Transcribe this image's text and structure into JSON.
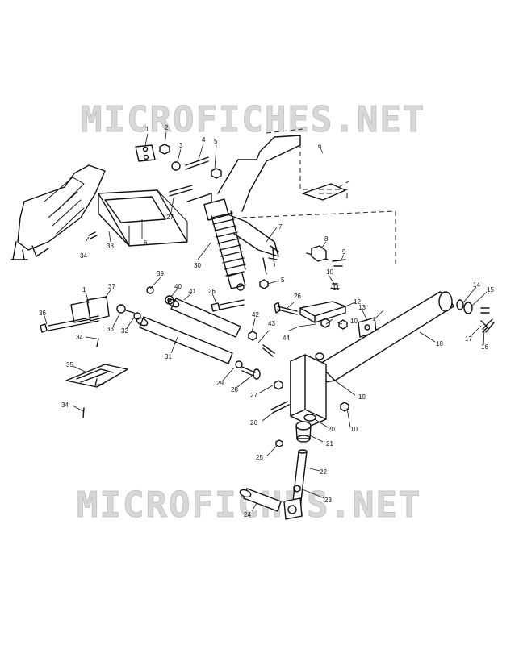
{
  "watermark": {
    "text": "MICROFICHES.NET"
  },
  "callouts": {
    "c1": "1",
    "c2": "2",
    "c3": "3",
    "c4": "4",
    "c5": "5",
    "c6": "6",
    "c7": "7",
    "c8": "8",
    "c9": "9",
    "c10": "10",
    "c11": "11",
    "c12": "12",
    "c13": "13",
    "c14": "14",
    "c15": "15",
    "c16": "16",
    "c17": "17",
    "c18": "18",
    "c19": "19",
    "c20": "20",
    "c21": "21",
    "c22": "22",
    "c23": "23",
    "c24": "24",
    "c25": "25",
    "c26": "26",
    "c27": "27",
    "c28": "28",
    "c29": "29",
    "c30": "30",
    "c31": "31",
    "c32": "32",
    "c33": "33",
    "c34": "34",
    "c35": "35",
    "c36": "36",
    "c37": "37",
    "c38": "38",
    "c39": "39",
    "c40": "40",
    "c41": "41",
    "c42": "42",
    "c43": "43",
    "c44": "44"
  }
}
